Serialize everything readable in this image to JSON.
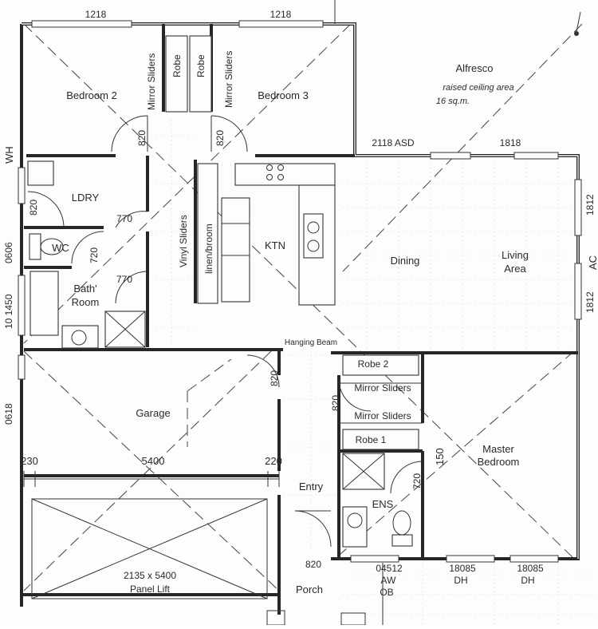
{
  "rooms": {
    "bedroom2": "Bedroom 2",
    "bedroom3": "Bedroom 3",
    "alfresco": "Alfresco",
    "alfresco_note_1": "raised ceiling area",
    "alfresco_note_2": "16 sq.m.",
    "laundry": "LDRY",
    "wc": "WC",
    "bathroom_1": "Bath'",
    "bathroom_2": "Room",
    "kitchen": "KTN",
    "dining": "Dining",
    "living_1": "Living",
    "living_2": "Area",
    "garage": "Garage",
    "master_1": "Master",
    "master_2": "Bedroom",
    "ensuite": "ENS",
    "entry": "Entry",
    "porch": "Porch"
  },
  "fixtures": {
    "mirror_sliders": "Mirror Sliders",
    "robe": "Robe",
    "vinyl_sliders": "Vinyl Sliders",
    "linen_broom": "linen/broom",
    "hanging_beam": "Hanging Beam",
    "robe_1": "Robe 1",
    "robe_2": "Robe 2",
    "panel_lift_1": "2135 x 5400",
    "panel_lift_2": "Panel Lift",
    "wh": "WH",
    "ac": "AC"
  },
  "dimensions": {
    "top_window_left": "1218",
    "top_window_right": "1218",
    "door_bed2": "820",
    "door_bed3": "820",
    "sliding_door": "2118 ASD",
    "living_window_top": "1818",
    "right_window_upper": "1812",
    "right_window_lower": "1812",
    "laundry_door": "820",
    "laundry_inner": "770",
    "wc_door": "720",
    "bath_door": "770",
    "left_0606": "0606",
    "left_1450": "10 1450",
    "left_0618": "0618",
    "garage_door": "820",
    "master_door": "820",
    "ensuite_door": "720",
    "master_150": "150",
    "garage_left": "230",
    "garage_width": "5400",
    "garage_right": "220",
    "porch_door": "820",
    "bottom_window_1": "04512",
    "bottom_window_1_sub_1": "AW",
    "bottom_window_1_sub_2": "OB",
    "bottom_window_2": "18085",
    "bottom_window_2_sub": "DH",
    "bottom_window_3": "18085",
    "bottom_window_3_sub": "DH"
  }
}
